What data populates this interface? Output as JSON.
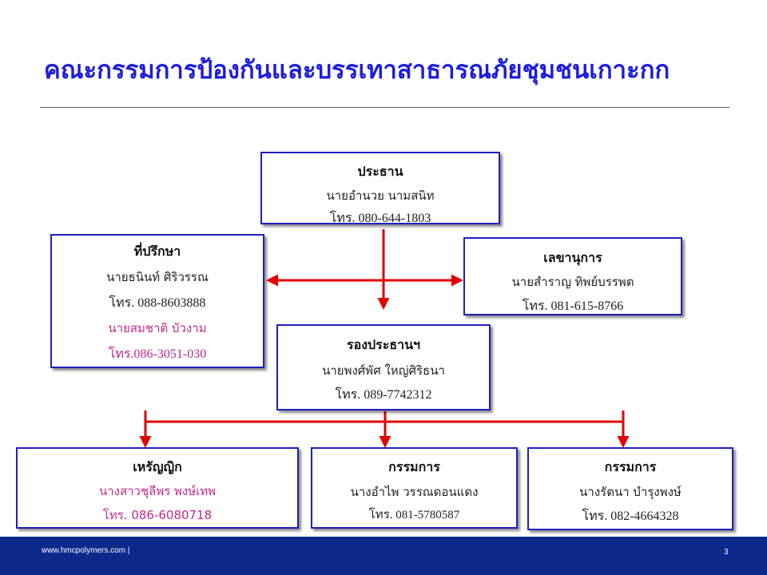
{
  "slide": {
    "title": "คณะกรรมการป้องกันและบรรเทาสาธารณภัยชุมชนเกาะกก",
    "footer_url": "www.hmcpolymers.com |",
    "page_number": "3"
  },
  "boxes": {
    "chairman": {
      "head": "ประธาน",
      "name": "นายอำนวย นามสนิท",
      "phone": "โทร. 080-644-1803"
    },
    "advisor": {
      "head": "ที่ปรึกษา",
      "name": "นายธนินท์ ศิริวรรณ",
      "phone": "โทร. 088-8603888",
      "name2": "นายสมชาติ  บัวงาม",
      "phone2": "โทร.086-3051-030"
    },
    "secretary": {
      "head": "เลขานุการ",
      "name": "นายสำราญ ทิพย์บรรพต",
      "phone": "โทร. 081-615-8766"
    },
    "vice": {
      "head": "รองประธานฯ",
      "name": "นายพงศ์พัศ ใหญ่ศิริธนา",
      "phone": "โทร. 089-7742312"
    },
    "treasurer": {
      "head": "เหรัญญิก",
      "name": "นางสาวชุลีพร พงษ์เทพ",
      "phone": "โทร. 086-6080718"
    },
    "member1": {
      "head": "กรรมการ",
      "name": "นางอำไพ วรรณดอนแดง",
      "phone": "โทร. 081-5780587"
    },
    "member2": {
      "head": "กรรมการ",
      "name": "นางรัตนา บำรุงพงษ์",
      "phone": "โทร. 082-4664328"
    }
  },
  "colors": {
    "title": "#1c1ce0",
    "box_border": "#1f1fbf",
    "connector": "#e00000",
    "footer": "#0d2a8a",
    "highlight_text": "#c02a8a"
  }
}
